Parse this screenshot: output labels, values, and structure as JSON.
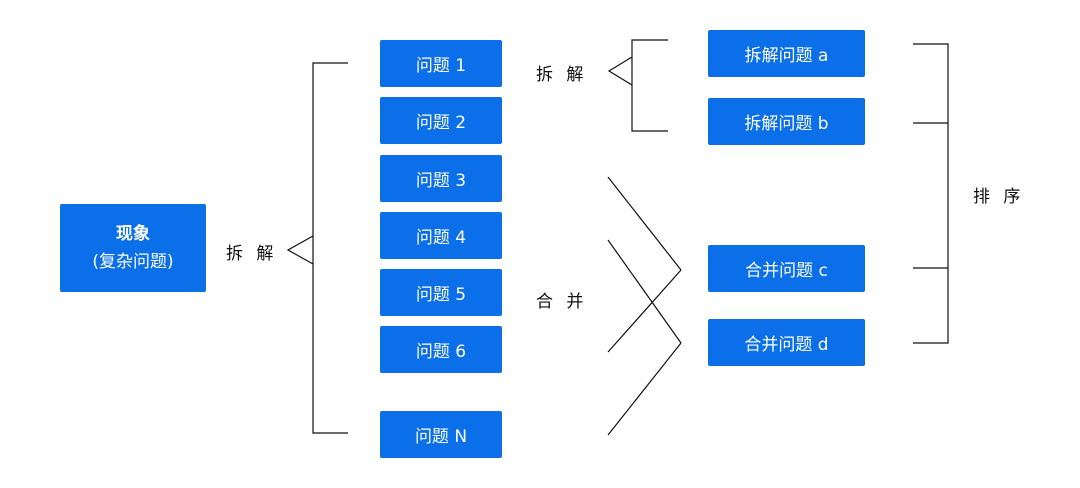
{
  "main_node": {
    "line1": "现象",
    "line2": "(复杂问题)"
  },
  "labels": {
    "split_main": "拆 解",
    "split_sub": "拆 解",
    "merge": "合 并",
    "sort": "排 序"
  },
  "problems": [
    "问题 1",
    "问题 2",
    "问题 3",
    "问题 4",
    "问题 5",
    "问题 6",
    "问题 N"
  ],
  "results": [
    "拆解问题  a",
    "拆解问题  b",
    "合并问题  c",
    "合并问题  d"
  ],
  "colors": {
    "box_fill": "#0a6fe8",
    "box_text": "#ffffff",
    "line": "#111111"
  }
}
